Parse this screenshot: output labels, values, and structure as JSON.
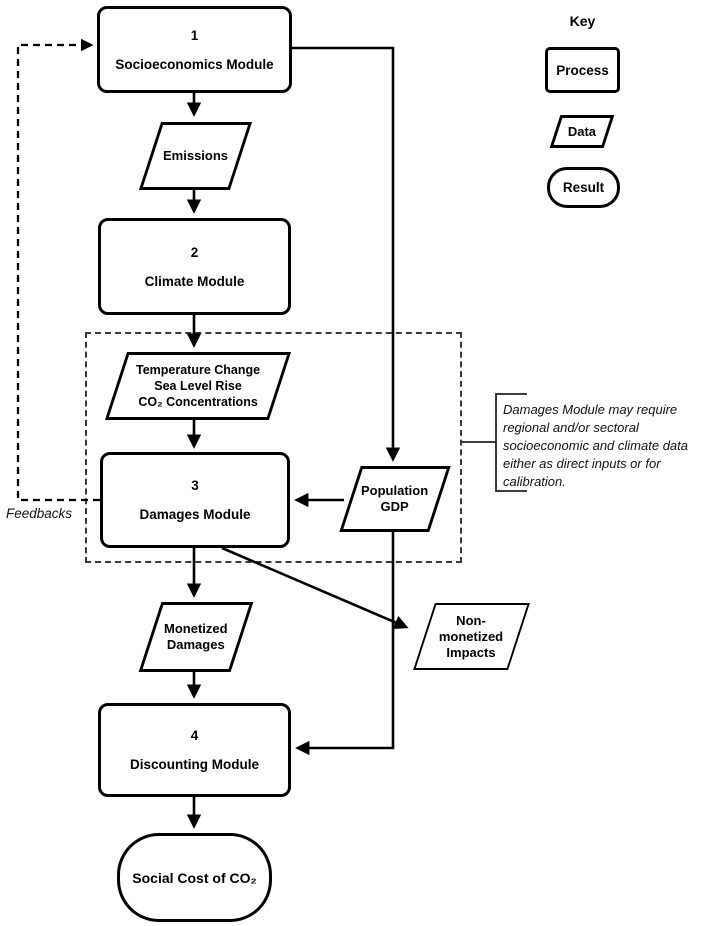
{
  "key": {
    "title": "Key",
    "process_label": "Process",
    "data_label": "Data",
    "result_label": "Result"
  },
  "nodes": {
    "socioeconomics": {
      "number": "1",
      "label": "Socioeconomics Module"
    },
    "emissions": {
      "label": "Emissions"
    },
    "climate": {
      "number": "2",
      "label": "Climate Module"
    },
    "climate_outputs": {
      "lines": [
        "Temperature Change",
        "Sea Level Rise",
        "CO₂ Concentrations"
      ]
    },
    "damages": {
      "number": "3",
      "label": "Damages Module"
    },
    "population_gdp": {
      "lines": [
        "Population",
        "GDP"
      ]
    },
    "monetized_damages": {
      "lines": [
        "Monetized",
        "Damages"
      ]
    },
    "non_monetized_impacts": {
      "lines": [
        "Non-",
        "monetized",
        "Impacts"
      ]
    },
    "discounting": {
      "number": "4",
      "label": "Discounting Module"
    },
    "social_cost": {
      "label": "Social Cost of CO₂"
    }
  },
  "annotations": {
    "feedbacks": "Feedbacks",
    "damages_note_lines": [
      "Damages Module may require",
      "regional and/or sectoral",
      "socioeconomic and climate data",
      "either as direct inputs or for",
      "calibration."
    ]
  },
  "colors": {
    "line": "#000000",
    "text": "#000000",
    "background": "#ffffff",
    "dashed_border": "#383838"
  }
}
